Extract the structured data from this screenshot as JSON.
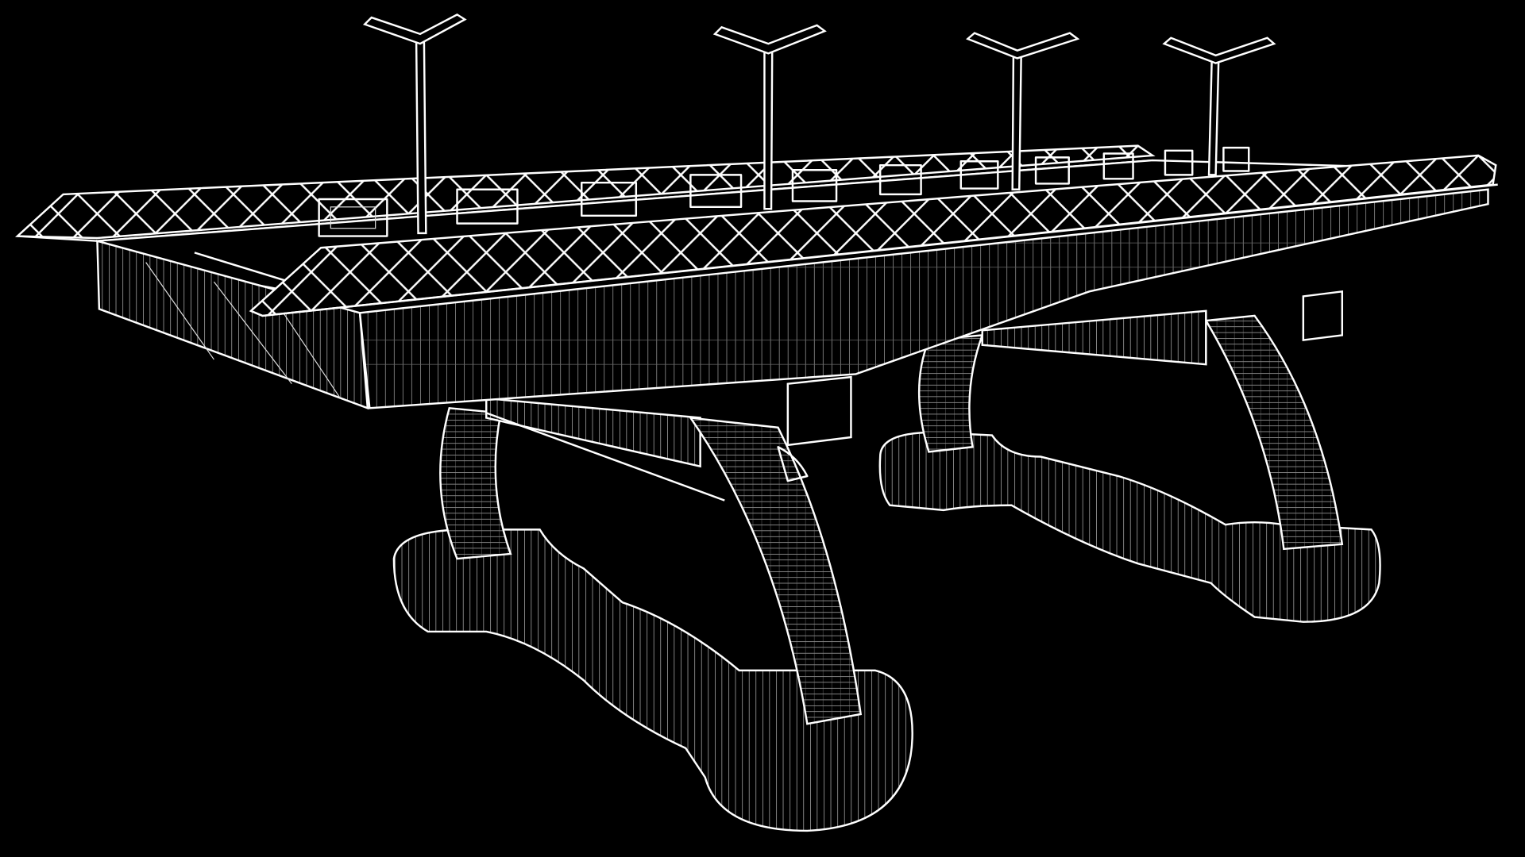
{
  "scene": {
    "background_color": "#000000",
    "line_color": "#ffffff",
    "parts": [
      "deck",
      "railing-back",
      "railing-front",
      "lamp-posts",
      "arches",
      "pontoon-bases"
    ]
  }
}
